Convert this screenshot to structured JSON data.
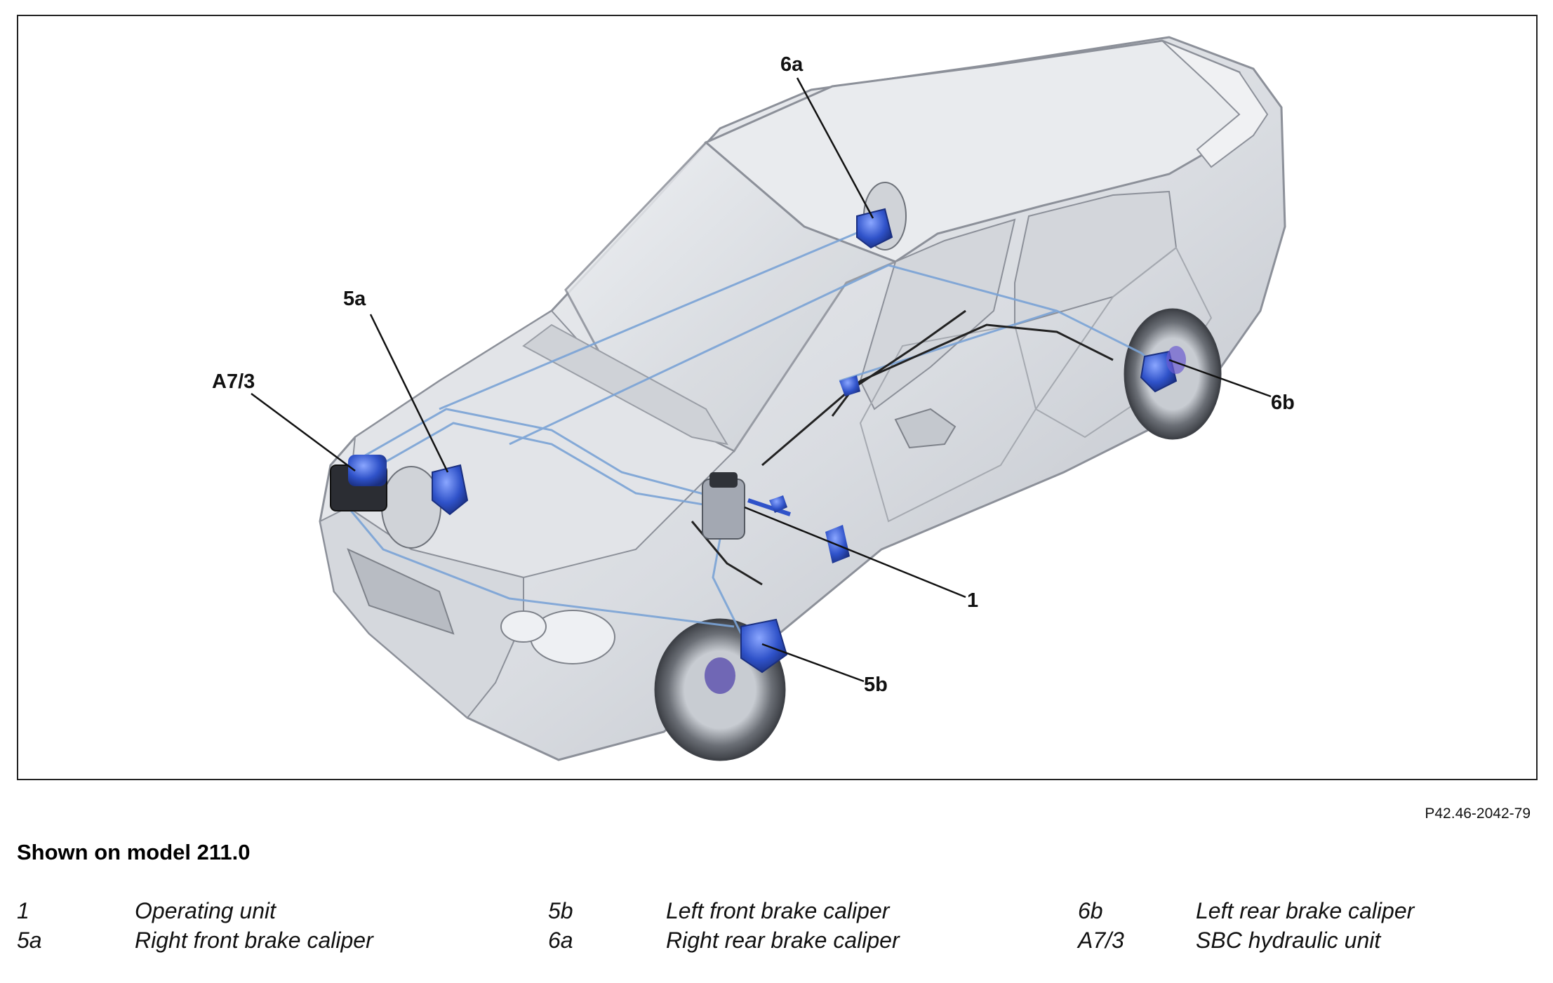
{
  "figure": {
    "code": "P42.46-2042-79",
    "caption": "Shown on model 211.0",
    "callouts": [
      {
        "id": "6a"
      },
      {
        "id": "5a"
      },
      {
        "id": "A7/3"
      },
      {
        "id": "6b"
      },
      {
        "id": "1"
      },
      {
        "id": "5b"
      }
    ]
  },
  "legend": {
    "columns": [
      [
        {
          "code": "1",
          "desc": "Operating unit"
        },
        {
          "code": "5a",
          "desc": "Right front brake caliper"
        }
      ],
      [
        {
          "code": "5b",
          "desc": "Left front brake caliper"
        },
        {
          "code": "6a",
          "desc": "Right rear brake caliper"
        }
      ],
      [
        {
          "code": "6b",
          "desc": "Left rear brake caliper"
        },
        {
          "code": "A7/3",
          "desc": "SBC hydraulic unit"
        }
      ]
    ]
  },
  "colors": {
    "brake_component": "#2f52c9",
    "brake_line": "#7aa3d6",
    "body_fill": "#e4e6ea",
    "body_outline": "#8c9099"
  }
}
